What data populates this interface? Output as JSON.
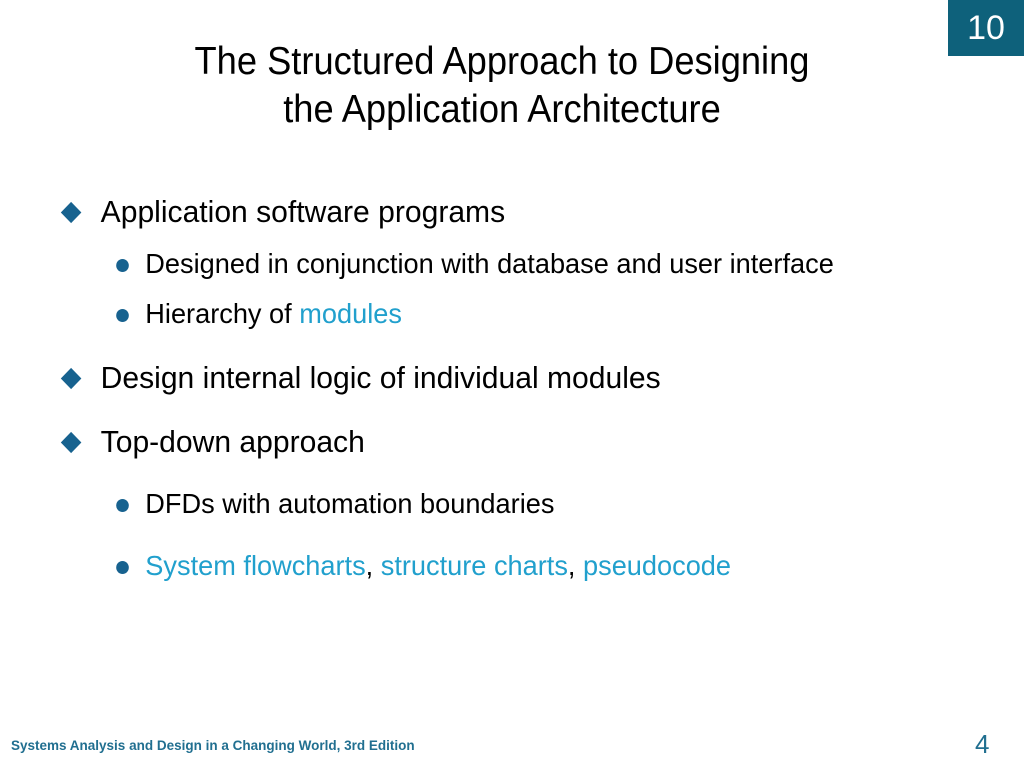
{
  "slide": {
    "badge_number": "10",
    "title_line1": "The Structured Approach to Designing",
    "title_line2": "the Application Architecture",
    "colors": {
      "badge_background": "#0e617b",
      "bullet_marker": "#17628f",
      "accent_text": "#21a0cd",
      "body_text": "#000000",
      "footer_text": "#216f90"
    },
    "bullets": [
      {
        "level": 1,
        "marker": "diamond",
        "text": "Application software programs"
      },
      {
        "level": 2,
        "marker": "dot",
        "text": "Designed in conjunction with database and user interface"
      },
      {
        "level": 2,
        "marker": "dot",
        "text_plain": "Hierarchy of ",
        "text_accent": "modules"
      },
      {
        "level": 1,
        "marker": "diamond",
        "text": "Design internal logic of individual modules"
      },
      {
        "level": 1,
        "marker": "diamond",
        "text": "Top-down approach"
      },
      {
        "level": 2,
        "marker": "dot",
        "text": "DFDs with automation boundaries"
      },
      {
        "level": 2,
        "marker": "dot",
        "accent_1": "System flowcharts",
        "sep_1": ", ",
        "accent_2": "structure charts",
        "sep_2": ", ",
        "accent_3": "pseudocode"
      }
    ],
    "footer": {
      "source": "Systems Analysis and Design in a Changing World, 3rd Edition",
      "page_number": "4"
    }
  }
}
